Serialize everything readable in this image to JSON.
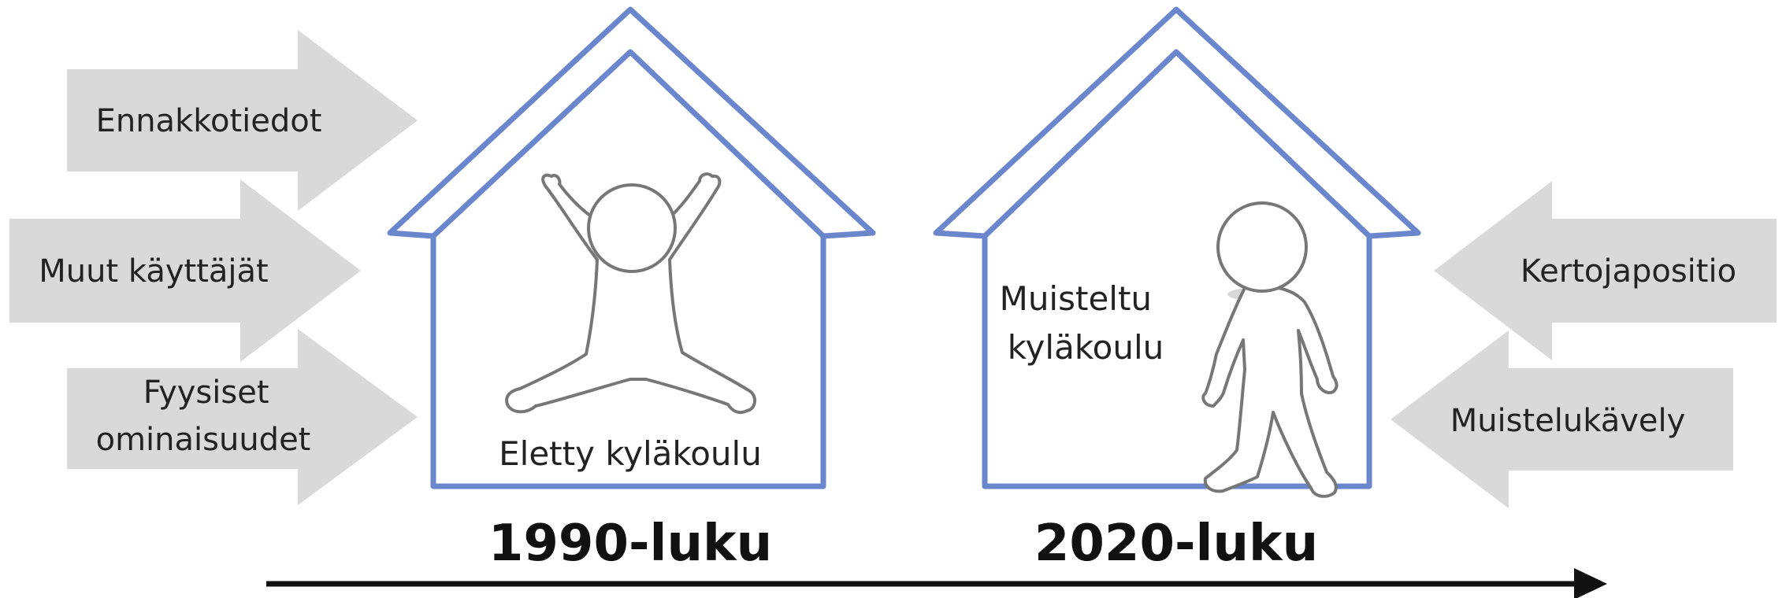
{
  "colors": {
    "house_outline": "#6a86cc",
    "arrow_fill": "#d9d9d9",
    "timeline": "#111111",
    "text": "#222222"
  },
  "left_arrows": [
    {
      "lines": [
        "Ennakkotiedot"
      ]
    },
    {
      "lines": [
        "Muut käyttäjät"
      ]
    },
    {
      "lines": [
        "Fyysiset",
        "ominaisuudet"
      ]
    }
  ],
  "right_arrows": [
    {
      "lines": [
        "Kertojapositio"
      ]
    },
    {
      "lines": [
        "Muistelukävely"
      ]
    }
  ],
  "houses": [
    {
      "lines": [
        "Eletty kyläkoulu"
      ],
      "figure": "jumping-person-icon"
    },
    {
      "lines": [
        "Muisteltu",
        "kyläkoulu"
      ],
      "figure": "walking-person-icon"
    }
  ],
  "timeline": {
    "eras": [
      "1990-luku",
      "2020-luku"
    ]
  }
}
